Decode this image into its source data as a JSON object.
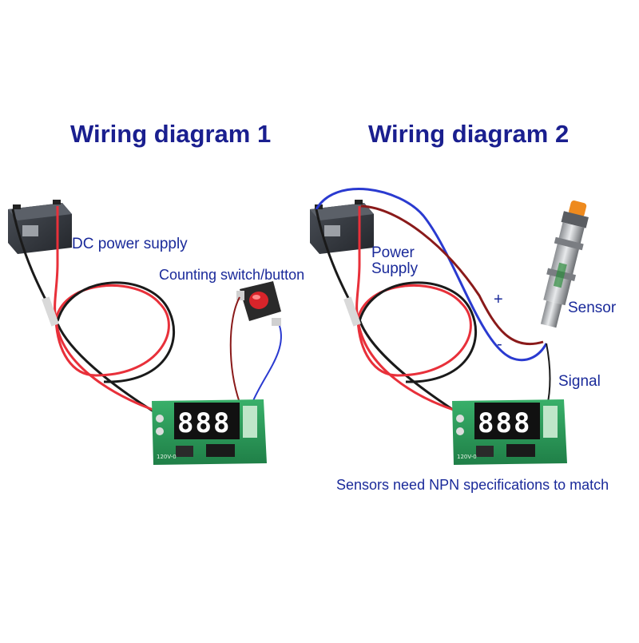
{
  "diagram1": {
    "title": "Wiring diagram 1",
    "labels": {
      "power": "DC power supply",
      "switch": "Counting switch/button"
    },
    "display_digits": "888"
  },
  "diagram2": {
    "title": "Wiring diagram 2",
    "labels": {
      "power_line1": "Power",
      "power_line2": "Supply",
      "plus": "+",
      "minus": "-",
      "sensor": "Sensor",
      "signal": "Signal",
      "note": "Sensors need NPN specifications to match"
    },
    "display_digits": "888"
  },
  "colors": {
    "title": "#1a1f8f",
    "label": "#1a2a9a",
    "pcb": "#2e9a5a",
    "wire_red": "#e8303a",
    "wire_black": "#1a1a1a",
    "wire_blue": "#2a3ad0",
    "wire_brown": "#8a1a1a"
  }
}
